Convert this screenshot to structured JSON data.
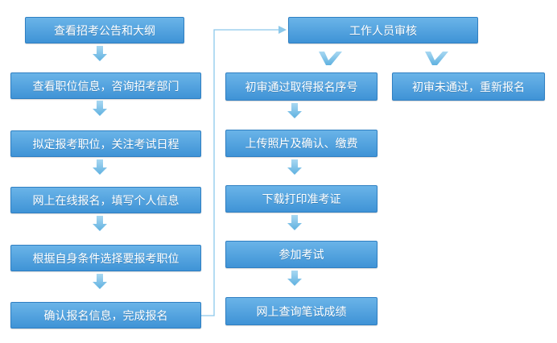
{
  "left_steps": [
    {
      "label": "查看招考公告和大纲"
    },
    {
      "label": "查看职位信息，咨询招考部门"
    },
    {
      "label": "拟定报考职位，关注考试日程"
    },
    {
      "label": "网上在线报名，填写个人信息"
    },
    {
      "label": "根据自身条件选择要报考职位"
    },
    {
      "label": "确认报名信息，完成报名"
    }
  ],
  "review": {
    "label": "工作人员审核"
  },
  "branch_fail": {
    "label": "初审未通过，重新报名"
  },
  "right_steps": [
    {
      "label": "初审通过取得报名序号"
    },
    {
      "label": "上传照片及确认、缴费"
    },
    {
      "label": "下载打印准考证"
    },
    {
      "label": "参加考试"
    },
    {
      "label": "网上查询笔试成绩"
    }
  ],
  "colors": {
    "box_top": "#6ab4e8",
    "box_bottom": "#3f93d6",
    "box_border": "#2f7fc2",
    "arrow": "#7cc0e6",
    "connector": "#8cc8ea"
  }
}
